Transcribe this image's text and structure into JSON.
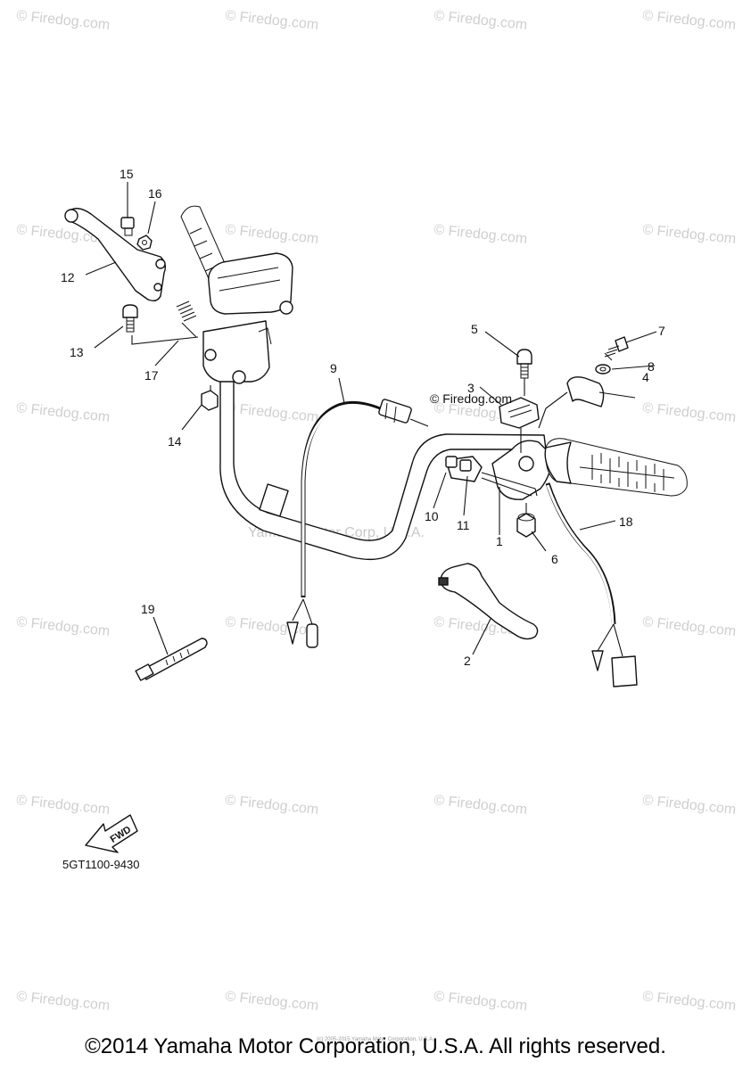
{
  "watermark": "© Firedog.com",
  "inline_watermark": "© Firedog.com",
  "diagram_credit": "Yamaha Motor Corp, U.S.A.",
  "diagram_code": "5GT1100-9430",
  "fwd_label": "FWD",
  "callouts": [
    "1",
    "2",
    "3",
    "4",
    "5",
    "6",
    "7",
    "8",
    "9",
    "10",
    "11",
    "12",
    "13",
    "14",
    "15",
    "16",
    "17",
    "18",
    "19"
  ],
  "copyright": "©2014 Yamaha Motor Corporation, U.S.A. All rights reserved.",
  "tiny_text": "(c) 2005-2015 Yamaha Motor Corporation, U.S.A."
}
